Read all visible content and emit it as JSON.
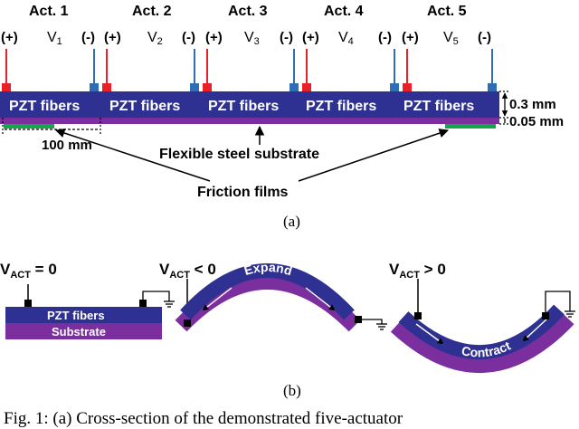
{
  "actuators": [
    {
      "name": "Act. 1",
      "voltage": "V",
      "sub": "1"
    },
    {
      "name": "Act. 2",
      "voltage": "V",
      "sub": "2"
    },
    {
      "name": "Act. 3",
      "voltage": "V",
      "sub": "3"
    },
    {
      "name": "Act. 4",
      "voltage": "V",
      "sub": "4"
    },
    {
      "name": "Act. 5",
      "voltage": "V",
      "sub": "5"
    }
  ],
  "terminals": {
    "plus": "(+)",
    "minus": "(-)"
  },
  "layer_label": "PZT fibers",
  "thickness_top": "0.3 mm",
  "thickness_bottom": "0.05 mm",
  "length_label": "100 mm",
  "substrate_label": "Flexible steel substrate",
  "friction_label": "Friction films",
  "panel_a": "(a)",
  "panel_b": "(b)",
  "states": [
    {
      "v": "V",
      "sub": "ACT",
      "cond": " = 0"
    },
    {
      "v": "V",
      "sub": "ACT",
      "cond": " < 0"
    },
    {
      "v": "V",
      "sub": "ACT",
      "cond": " > 0"
    }
  ],
  "flat_top": "PZT fibers",
  "flat_bottom": "Substrate",
  "expand_label": "Expand",
  "contract_label": "Contract",
  "caption": "Fig. 1: (a) Cross-section of the demonstrated five-actuator",
  "colors": {
    "pzt": "#2e3192",
    "substrate": "#7b2f9e",
    "plus_wire": "#e8202a",
    "minus_wire": "#2f6db5",
    "friction": "#19a34a"
  }
}
